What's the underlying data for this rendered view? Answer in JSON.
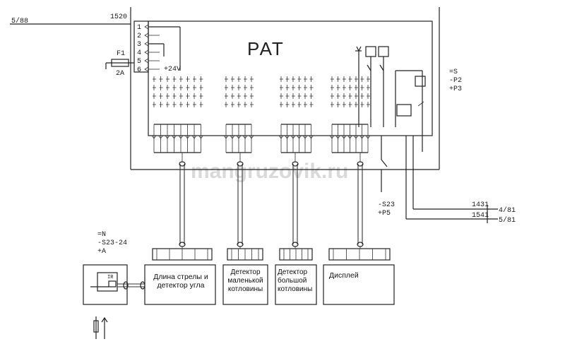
{
  "main_unit": {
    "label": "РАТ"
  },
  "watermark": "mangruzovik.ru",
  "wire_refs": {
    "top_left": "5/88",
    "top_wire": "1520",
    "right_1_num": "1431",
    "right_1_dest": "4/81",
    "right_2_num": "1541",
    "right_2_dest": "5/81"
  },
  "right_codes": [
    "=S",
    "-P2",
    "+P3"
  ],
  "left_codes": [
    "=N",
    "-S23-24",
    "+A"
  ],
  "switch_codes": [
    "-S23",
    "+P5"
  ],
  "terminals": [
    "1",
    "2",
    "3",
    "4",
    "5",
    "6"
  ],
  "fuse": {
    "name": "F1",
    "rating": "2A"
  },
  "supply": "+24V",
  "modules": [
    {
      "label": "Длина стрелы и детектор угла"
    },
    {
      "label": "Детектор маленькой котловины"
    },
    {
      "label": "Детектор большой котловины"
    },
    {
      "label": "Дисплей"
    }
  ],
  "sensor_tag": "IR"
}
